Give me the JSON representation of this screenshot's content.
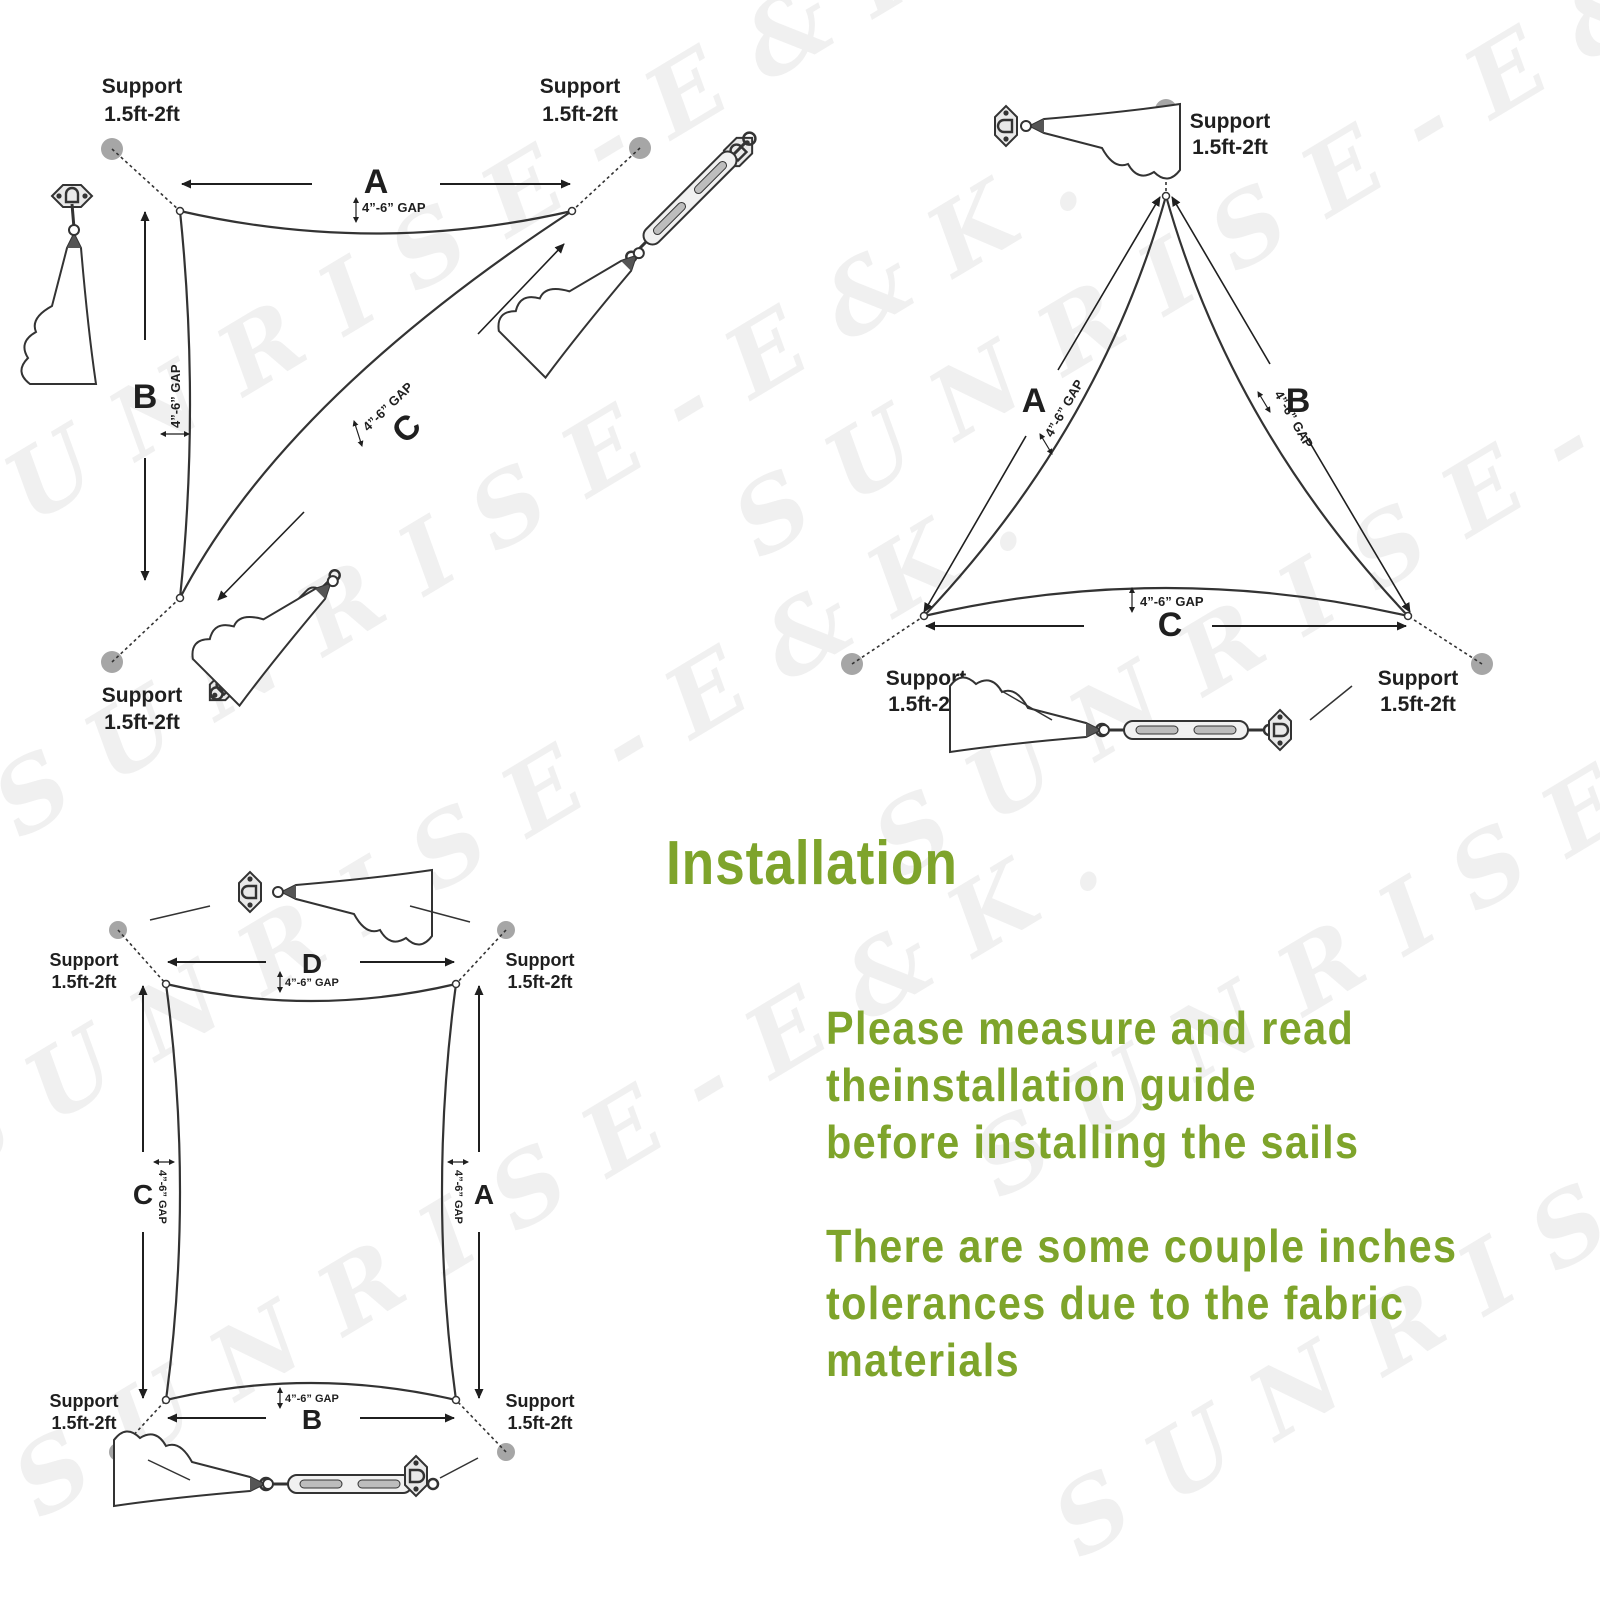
{
  "colors": {
    "accent": "#7ea42b",
    "line": "#3a3a3a",
    "support_dot": "#a6a6a6"
  },
  "watermark": {
    "text": "SUNRISE-E&K."
  },
  "title": "Installation",
  "notes": {
    "paragraph_1": [
      "Please measure and read",
      "theinstallation guide",
      "before installing the sails"
    ],
    "paragraph_2": [
      "There are some couple inches",
      "tolerances due to the fabric",
      "materials"
    ]
  },
  "support": {
    "title": "Support",
    "range": "1.5ft-2ft"
  },
  "gap_text": "4”-6” GAP",
  "diagrams": {
    "right_triangle": {
      "sides": [
        "A",
        "B",
        "C"
      ]
    },
    "equilateral_triangle": {
      "sides": [
        "A",
        "B",
        "C"
      ]
    },
    "rectangle": {
      "sides": [
        "D",
        "C",
        "A",
        "B"
      ]
    }
  },
  "icons": [
    "pad-eye-icon",
    "turnbuckle-icon",
    "sail-corner-icon",
    "support-post-icon",
    "dimension-arrow-icon"
  ]
}
